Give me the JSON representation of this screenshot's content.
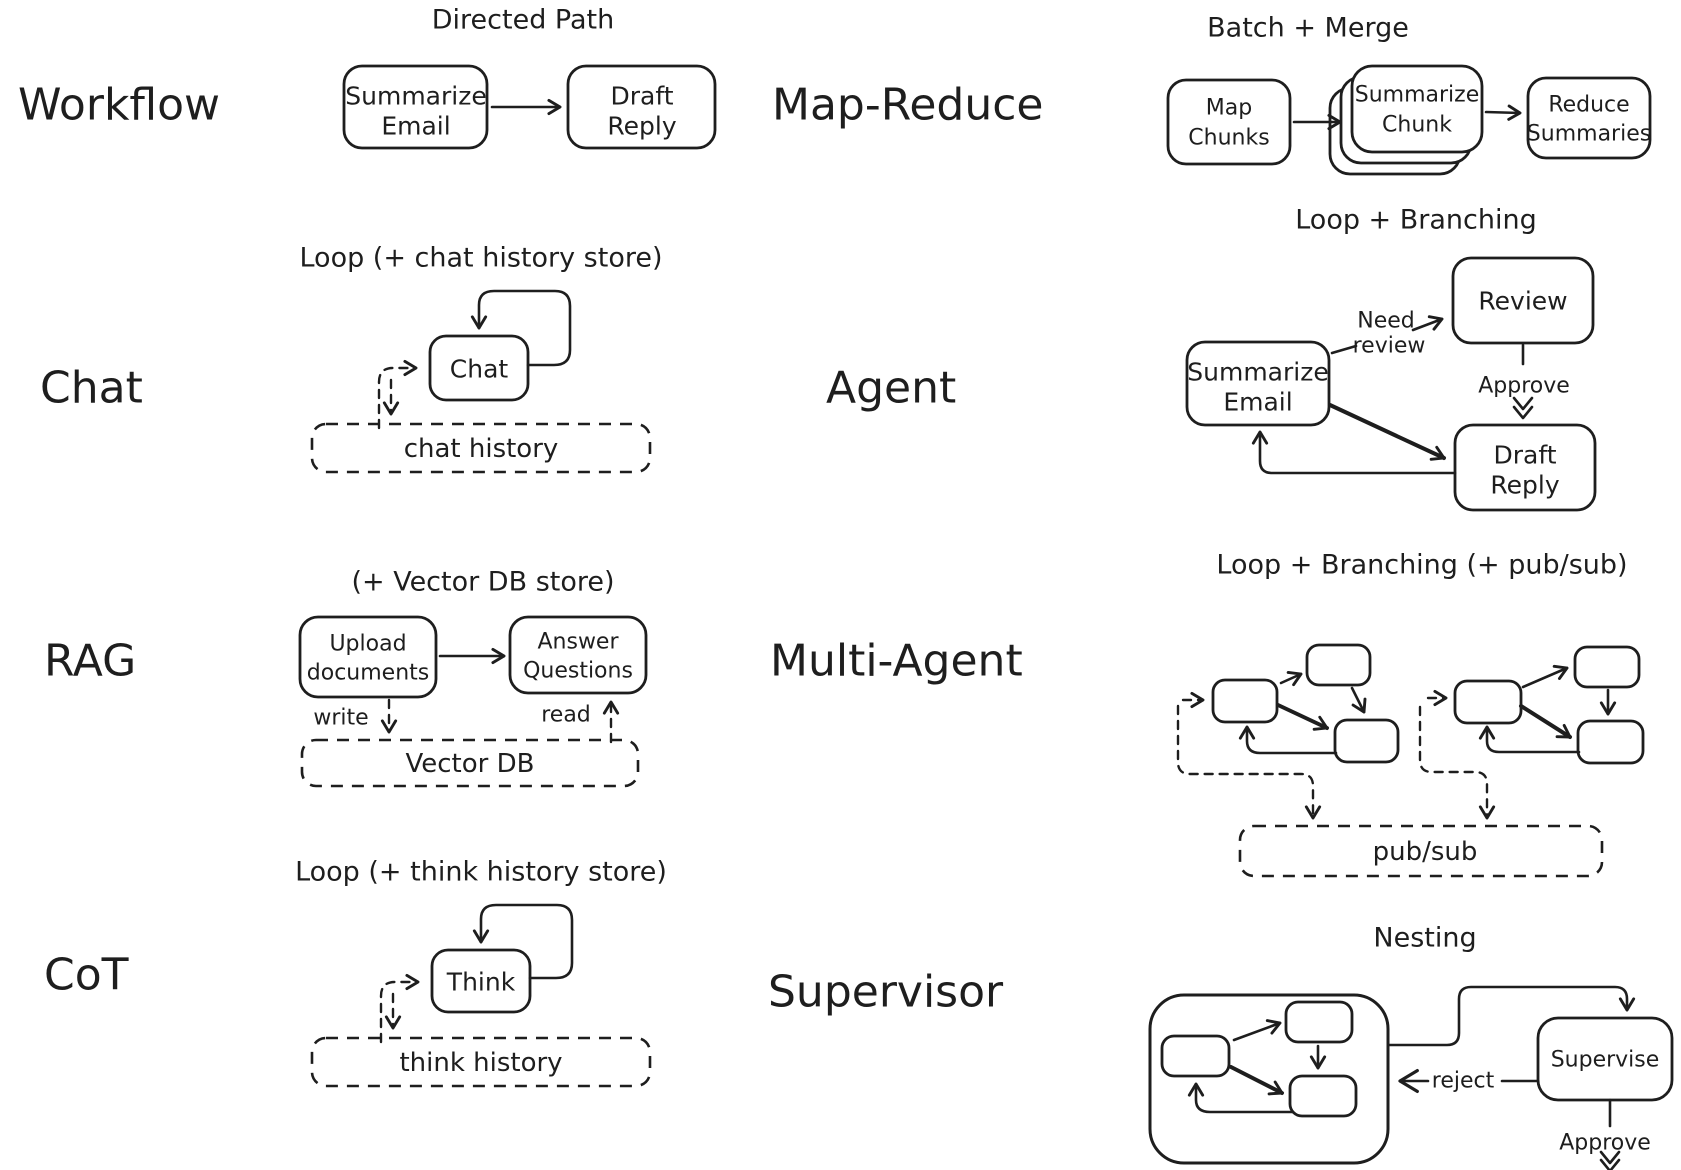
{
  "canvas": {
    "ink": "#1e1e1e",
    "background": "#ffffff"
  },
  "sections": {
    "workflow": {
      "label": "Workflow",
      "title": "Directed Path",
      "node_summarize_email": {
        "line1": "Summarize",
        "line2": "Email"
      },
      "node_draft_reply": {
        "line1": "Draft",
        "line2": "Reply"
      }
    },
    "map_reduce": {
      "label": "Map-Reduce",
      "title": "Batch + Merge",
      "node_map_chunks": {
        "line1": "Map",
        "line2": "Chunks"
      },
      "node_summarize_chunk": {
        "line1": "Summarize",
        "line2": "Chunk"
      },
      "node_reduce_summaries": {
        "line1": "Reduce",
        "line2": "Summaries"
      }
    },
    "chat": {
      "label": "Chat",
      "title": "Loop (+ chat history store)",
      "node_chat": "Chat",
      "store": "chat history"
    },
    "agent": {
      "label": "Agent",
      "title": "Loop + Branching",
      "node_summarize_email": {
        "line1": "Summarize",
        "line2": "Email"
      },
      "node_review": "Review",
      "node_draft_reply": {
        "line1": "Draft",
        "line2": "Reply"
      },
      "edge_need_review": {
        "line1": "Need",
        "line2": "review"
      },
      "edge_approve": "Approve"
    },
    "rag": {
      "label": "RAG",
      "title": "(+ Vector DB store)",
      "node_upload": {
        "line1": "Upload",
        "line2": "documents"
      },
      "node_answer": {
        "line1": "Answer",
        "line2": "Questions"
      },
      "edge_write": "write",
      "edge_read": "read",
      "store": "Vector DB"
    },
    "multi_agent": {
      "label": "Multi-Agent",
      "title": "Loop + Branching (+ pub/sub)",
      "store": "pub/sub"
    },
    "cot": {
      "label": "CoT",
      "title": "Loop (+ think history store)",
      "node_think": "Think",
      "store": "think history"
    },
    "supervisor": {
      "label": "Supervisor",
      "title": "Nesting",
      "node_supervise": "Supervise",
      "edge_reject": "reject",
      "edge_approve": "Approve"
    }
  }
}
